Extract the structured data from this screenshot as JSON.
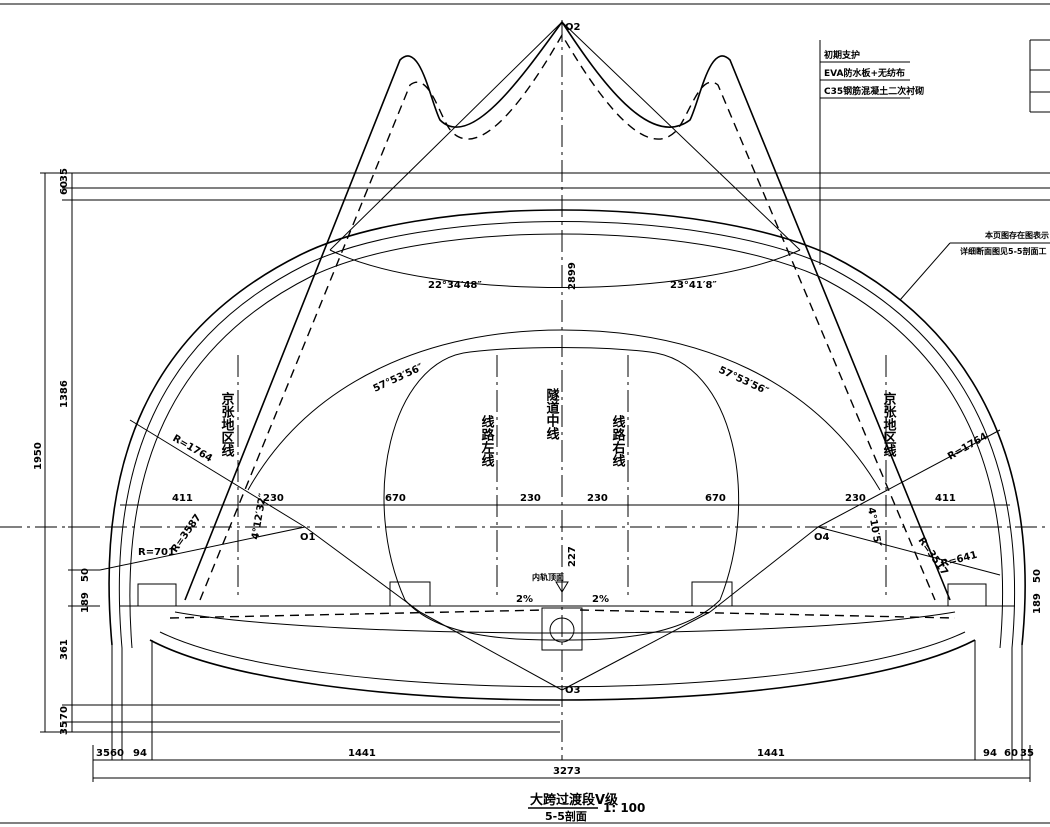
{
  "title": {
    "main": "大跨过渡段V级",
    "sub": "5-5剖面",
    "scale": "1: 100"
  },
  "layers": [
    "初期支护",
    "EVA防水板+无纺布",
    "C35钢筋混凝土二次衬砌"
  ],
  "leader_note": [
    "本页图存在图表示",
    "详细断面图见5-5剖面工"
  ],
  "vertical_labels": {
    "left_outer": "京张地区线",
    "left_line": "线路左线",
    "center_line": "隧道中线",
    "right_line": "线路右线",
    "right_outer": "京张地区线"
  },
  "angles": [
    "22°34′48″",
    "23°41′8″",
    "57°53′56″",
    "57°53′56″"
  ],
  "radii": [
    "R=1764",
    "R=1764",
    "R=701",
    "R=3587",
    "R=641",
    "R=3517"
  ],
  "small_dims": [
    "4°12′32″",
    "4°10′5″"
  ],
  "node_labels": [
    "O1",
    "O2",
    "O3",
    "O4"
  ],
  "slope_labels": [
    "2%",
    "2%"
  ],
  "marker_label": "内轨顶面",
  "dims": {
    "top": [
      "411",
      "230",
      "670",
      "230",
      "230",
      "670",
      "230",
      "411"
    ],
    "center_vertical": [
      "2899",
      "227"
    ],
    "left_vertical": [
      "60",
      "35",
      "1386",
      "1950",
      "50",
      "189",
      "361",
      "70",
      "35"
    ],
    "right_vertical": [
      "50",
      "189"
    ],
    "bottom_row": [
      "35",
      "60",
      "94",
      "1441",
      "1441",
      "94",
      "60",
      "35"
    ],
    "total": "3273"
  }
}
